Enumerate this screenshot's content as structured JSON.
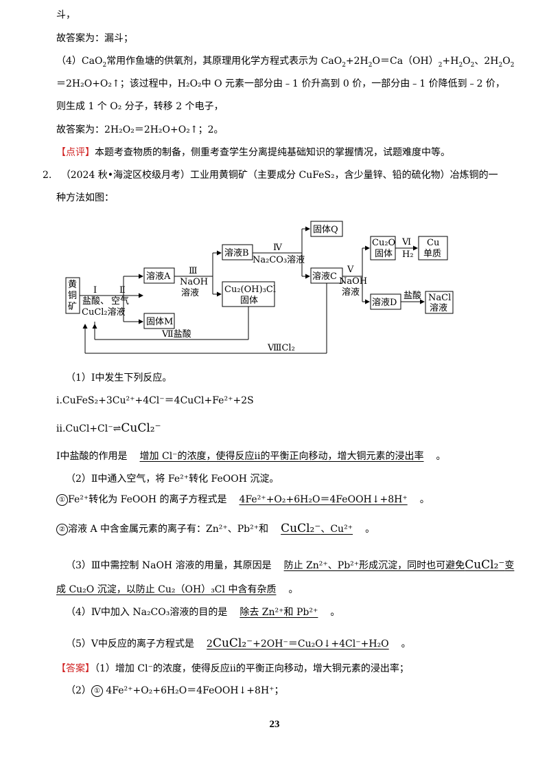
{
  "top": {
    "l1": "斗，",
    "l2": "故答案为：漏斗；",
    "l3a": "（4）CaO",
    "l3b": "常用作鱼塘的供氧剂，其原理用化学方程式表示为 CaO",
    "l3c": "+2H",
    "l3d": "O＝Ca（OH）",
    "l3e": "+H",
    "l3f": "O",
    "l3g": "、2H",
    "l3h": "O",
    "l4": "＝2H₂O+O₂↑；该过程中，H₂O₂中 O 元素一部分由﹣1 价升高到 0 价，一部分由﹣1 价降低到﹣2 价，",
    "l5": "则生成 1 个 O₂ 分子，转移 2 个电子，",
    "l6": "故答案为：2H₂O₂＝2H₂O+O₂↑；2。",
    "l7tag": "【点评】",
    "l7": "本题考查物质的制备，侧重考查学生分离提纯基础知识的掌握情况，试题难度中等。"
  },
  "q2": {
    "num": "2.",
    "l1": "（2024 秋•海淀区校级月考）工业用黄铜矿（主要成分 CuFeS₂，含少量锌、铅的硫化物）冶炼铜的一",
    "l2": "种方法如图："
  },
  "flow": {
    "ore": [
      "黄",
      "铜",
      "矿"
    ],
    "step1": "Ⅰ",
    "step1_reagent": "盐酸、",
    "step1_reagent2": "CuCl₂溶液",
    "step2": "Ⅱ",
    "step2_reagent": "空气",
    "solA": "溶液A",
    "solidM": "固体M",
    "step3": "Ⅲ",
    "step3_reagent": "NaOH",
    "step3_reagent2": "溶液",
    "solB": "溶液B",
    "cuoh": "Cu₂(OH)₃Cl",
    "cuoh2": "固体",
    "step4": "Ⅳ",
    "step4_reagent": "Na₂CO₃溶液",
    "solidQ": "固体Q",
    "solC": "溶液C",
    "step5": "Ⅴ",
    "step5_reagent": "NaOH",
    "step5_reagent2": "溶液",
    "cu2o": "Cu₂O",
    "cu2o2": "固体",
    "step6": "Ⅵ",
    "step6_reagent": "H₂",
    "cu": "Cu",
    "cu2": "单质",
    "solD": "溶液D",
    "hcl": "盐酸",
    "nacl": "NaCl",
    "nacl2": "溶液",
    "step7": "Ⅶ盐酸",
    "step8": "ⅧCl₂"
  },
  "body": {
    "q1": "（1）Ⅰ中发生下列反应。",
    "r1": "ⅰ.CuFeS₂+3Cu²⁺+4Cl⁻＝4CuCl+Fe²⁺+2S",
    "r2a": "ⅱ.CuCl+Cl⁻⇌",
    "cucl2": "CuCl₂⁻",
    "q1b_pre": "Ⅰ中盐酸的作用是",
    "q1b_ans": "增加 Cl⁻的浓度，使得反应ⅱ的平衡正向移动，增大铜元素的浸出率",
    "q1b_end": "。",
    "q2": "（2）Ⅱ中通入空气，将 Fe²⁺转化 FeOOH 沉淀。",
    "c1": "①",
    "q2a_pre": "Fe²⁺转化为 FeOOH 的离子方程式是",
    "q2a_ans": "4Fe²⁺+O₂+6H₂O＝4FeOOH↓+8H⁺",
    "q2a_end": "。",
    "c2": "②",
    "q2b_pre": "溶液 A 中含金属元素的离子有：Zn²⁺、Pb²⁺和",
    "q2b_ans": "、Cu²⁺",
    "q2b_end": "。",
    "q3_pre": "（3）Ⅲ中需控制 NaOH 溶液的用量，其原因是",
    "q3_ans": "防止 Zn²⁺、Pb²⁺形成沉淀，同时也可避免",
    "q3_ans2": "变",
    "q3_ans3": "成 Cu₂O 沉淀，以防止 Cu₂（OH）₃Cl 中含有杂质",
    "q3_end": "。",
    "q4_pre": "（4）Ⅳ中加入 Na₂CO₃溶液的目的是",
    "q4_ans": "除去 Zn²⁺和 Pb²⁺",
    "q4_end": "。",
    "q5_pre": "（5）Ⅴ中反应的离子方程式是",
    "q5_coef": "2",
    "q5_ans": "+2OH⁻＝Cu₂O↓+4Cl⁻+H₂O",
    "q5_end": "。",
    "ans_tag": "【答案】",
    "ans1": "（1）增加 Cl⁻的浓度，使得反应ⅱ的平衡正向移动，增大铜元素的浸出率；",
    "ans2_pre": "（2）",
    "ans2": "4Fe²⁺+O₂+6H₂O＝4FeOOH↓+8H⁺；"
  },
  "page_number": "23"
}
